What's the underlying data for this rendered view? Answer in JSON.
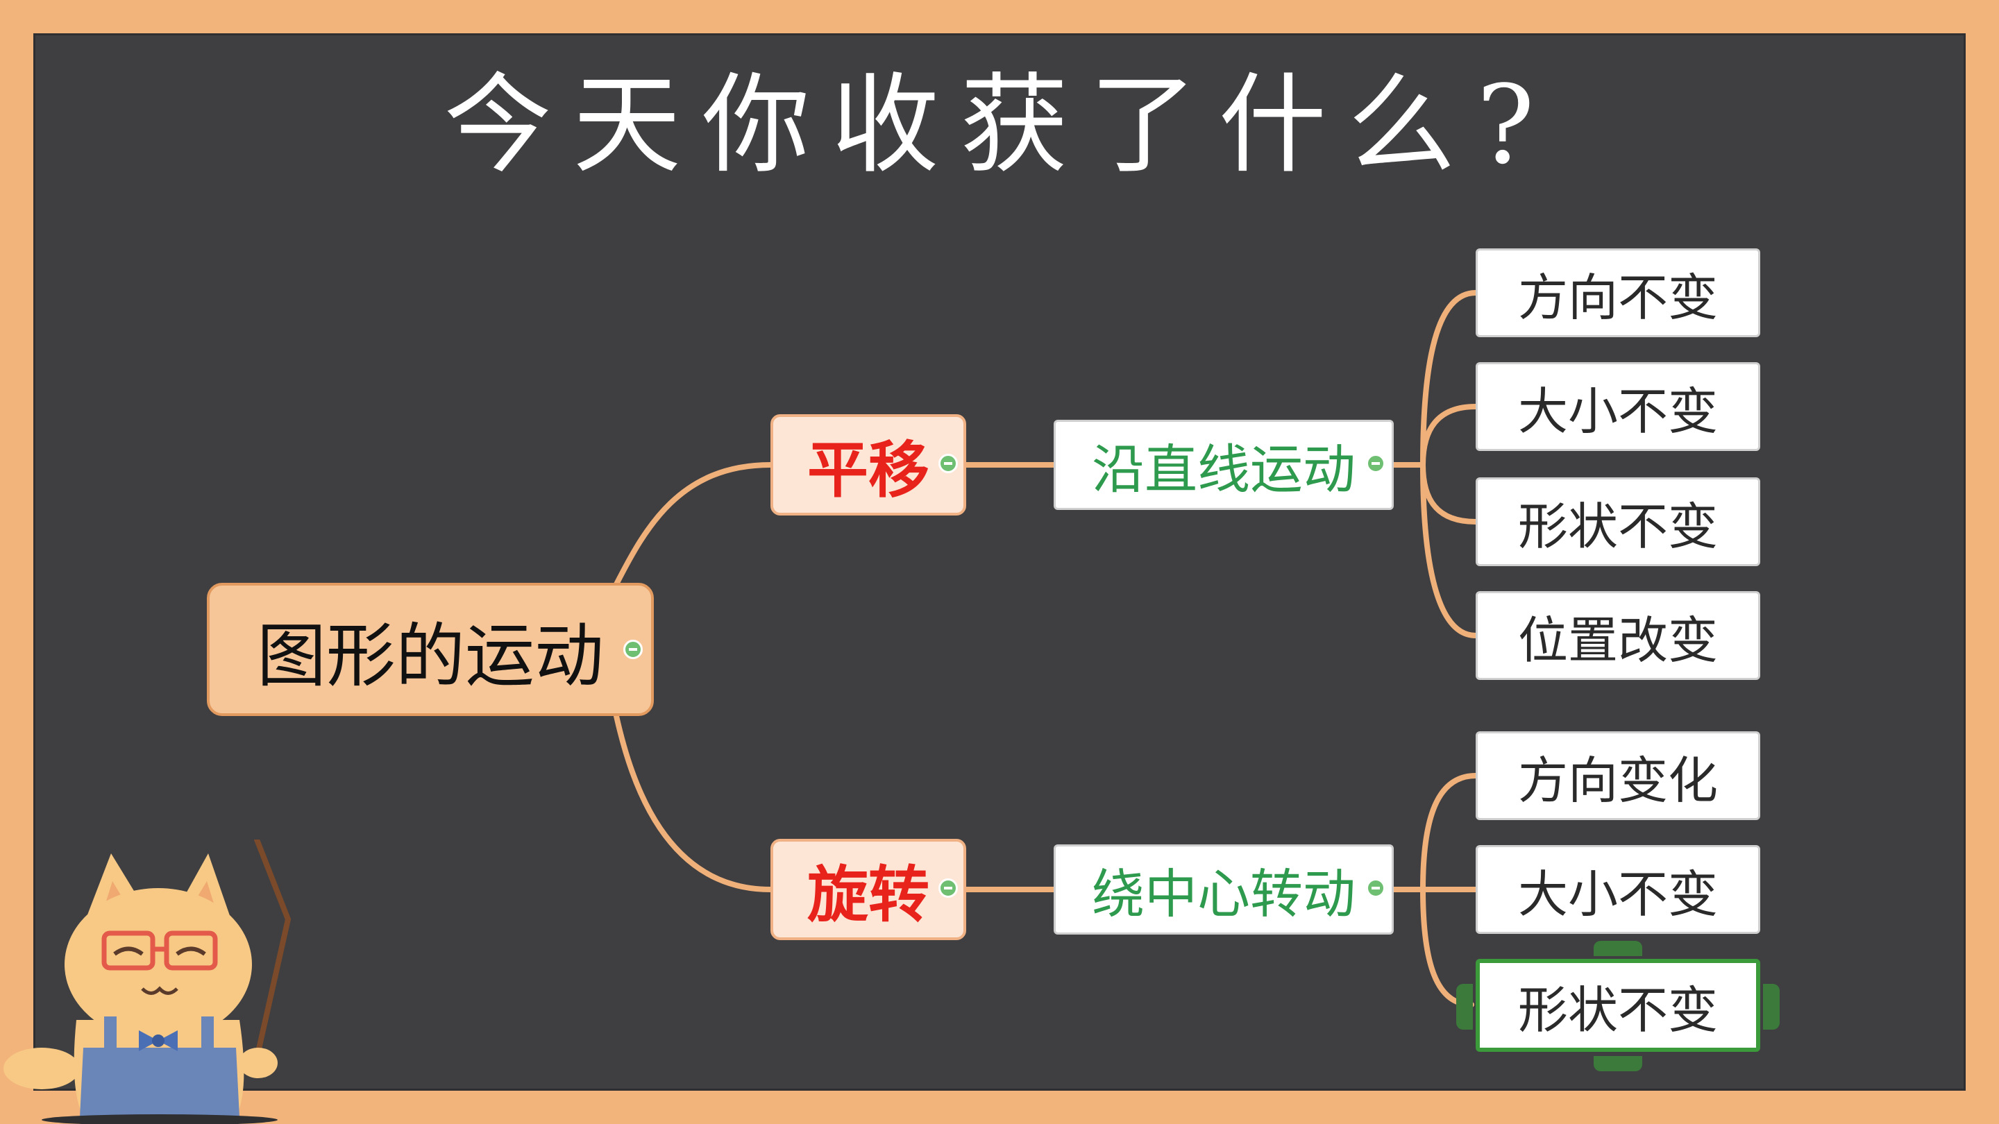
{
  "title": "今天你收获了什么?",
  "root": {
    "label": "图形的运动"
  },
  "branches": [
    {
      "label": "平移",
      "sub": "沿直线运动",
      "leaves": [
        "方向不变",
        "大小不变",
        "形状不变",
        "位置改变"
      ]
    },
    {
      "label": "旋转",
      "sub": "绕中心转动",
      "leaves": [
        "方向变化",
        "大小不变",
        "形状不变"
      ]
    }
  ],
  "colors": {
    "board": "#3f3f41",
    "frame": "#f3b47b",
    "connector": "#f0b07a",
    "accent_red": "#e8231c",
    "accent_green": "#2e9a4e"
  }
}
